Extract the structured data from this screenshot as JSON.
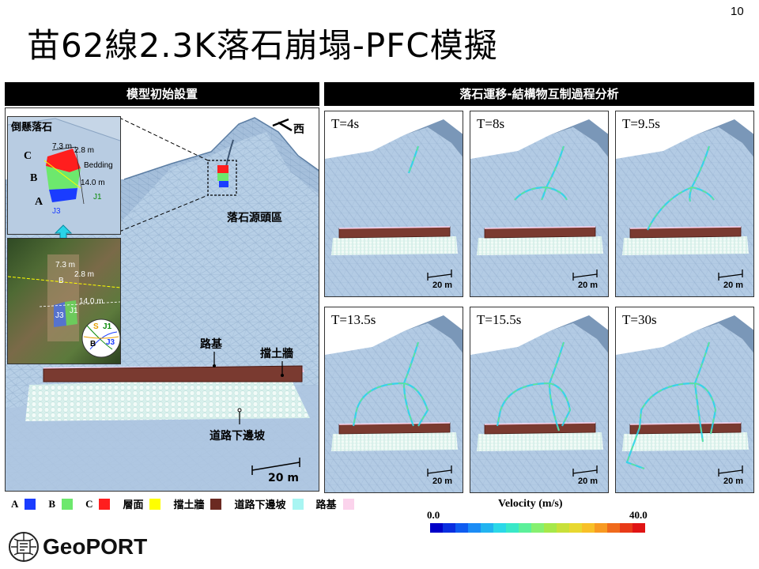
{
  "slide_number": "10",
  "title": "苗62線2.3K落石崩塌-PFC模擬",
  "left_panel": {
    "header": "模型初始設置",
    "inset_title": "倒懸落石",
    "labels": {
      "c": "C",
      "b": "B",
      "a": "A",
      "dim_1": "7.3 m",
      "dim_2": "2.8 m",
      "bedding": "Bedding",
      "dim_3": "14.0 m",
      "j1": "J1",
      "j3": "J3",
      "photo_dim_1": "7.3 m",
      "photo_dim_2": "2.8 m",
      "photo_b": "B",
      "photo_dim_3": "14.0 m",
      "photo_j3": "J3",
      "photo_j1": "J1",
      "stereo_s": "S",
      "stereo_j1": "J1",
      "stereo_b": "B",
      "stereo_j3": "J3"
    },
    "west": "西",
    "source": "落石源頭區",
    "subgrade": "路基",
    "wall": "擋土牆",
    "slope": "道路下邊坡",
    "scale": "20 m"
  },
  "right_panel": {
    "header": "落石運移-結構物互制過程分析",
    "frames": [
      {
        "time": "T=4s",
        "scale": "20 m"
      },
      {
        "time": "T=8s",
        "scale": "20 m"
      },
      {
        "time": "T=9.5s",
        "scale": "20 m"
      },
      {
        "time": "T=13.5s",
        "scale": "20 m"
      },
      {
        "time": "T=15.5s",
        "scale": "20 m"
      },
      {
        "time": "T=30s",
        "scale": "20 m"
      }
    ]
  },
  "legend": [
    {
      "label": "A",
      "color": "#1a3cff"
    },
    {
      "label": "B",
      "color": "#6de86d"
    },
    {
      "label": "C",
      "color": "#ff1e1e"
    },
    {
      "label": "層面",
      "color": "#ffff00"
    },
    {
      "label": "擋土牆",
      "color": "#6b2a22"
    },
    {
      "label": "道路下邊坡",
      "color": "#a8f5f2"
    },
    {
      "label": "路基",
      "color": "#fbd3ec"
    }
  ],
  "colorbar": {
    "title": "Velocity (m/s)",
    "min": "0.0",
    "max": "40.0",
    "colors": [
      "#0000c8",
      "#0a2ee0",
      "#0f5cf0",
      "#1b8cf5",
      "#22b4f0",
      "#2bd8e8",
      "#39e8c8",
      "#5cf09a",
      "#86f070",
      "#a6e84a",
      "#c8e03a",
      "#e8d830",
      "#f8c028",
      "#f89a22",
      "#f06a1c",
      "#e83a18",
      "#e01414"
    ]
  },
  "logo": {
    "text": "GeoPORT"
  }
}
